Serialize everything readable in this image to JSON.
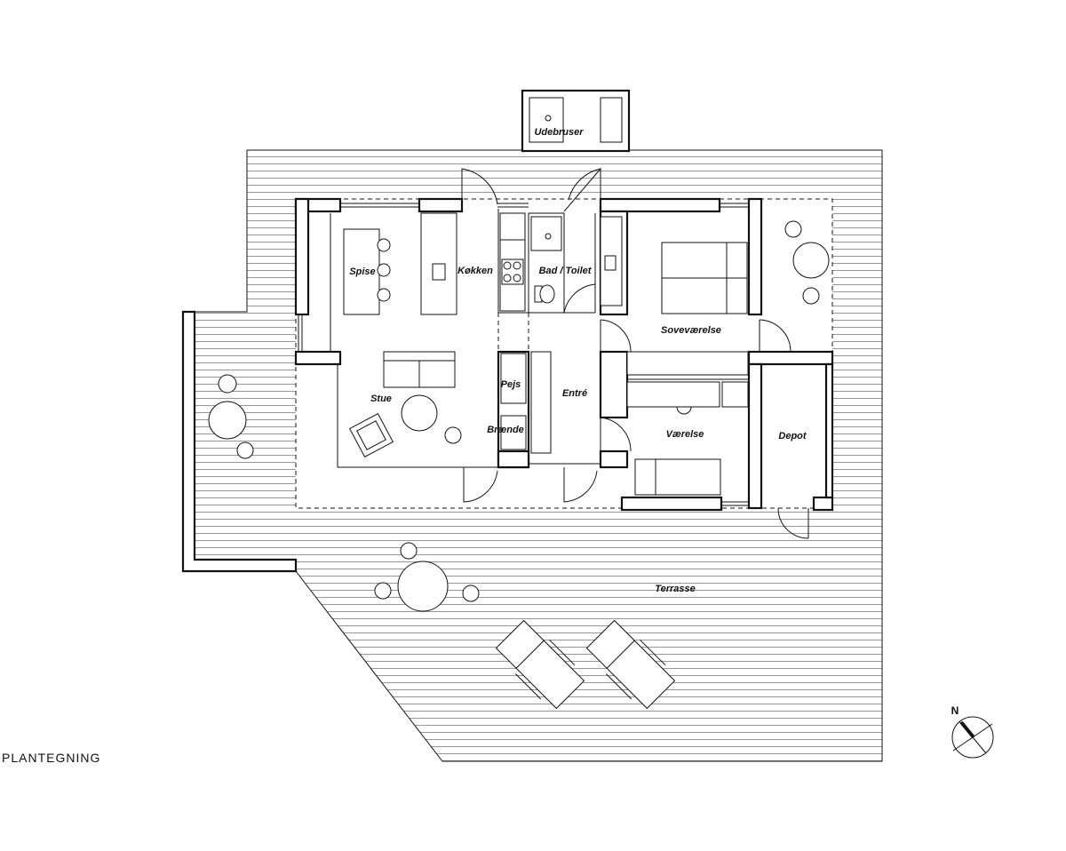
{
  "drawing": {
    "title": "PLANTEGNING",
    "north_label": "N",
    "rooms": {
      "udebruser": "Udebruser",
      "spise": "Spise",
      "kokken": "Køkken",
      "bad": "Bad / Toilet",
      "sovevaerelse": "Soveværelse",
      "stue": "Stue",
      "pejs": "Pejs",
      "braende": "Brænde",
      "entre": "Entré",
      "vaerelse": "Værelse",
      "depot": "Depot",
      "terrasse": "Terrasse"
    }
  },
  "colors": {
    "line": "#111111",
    "background": "#ffffff"
  }
}
